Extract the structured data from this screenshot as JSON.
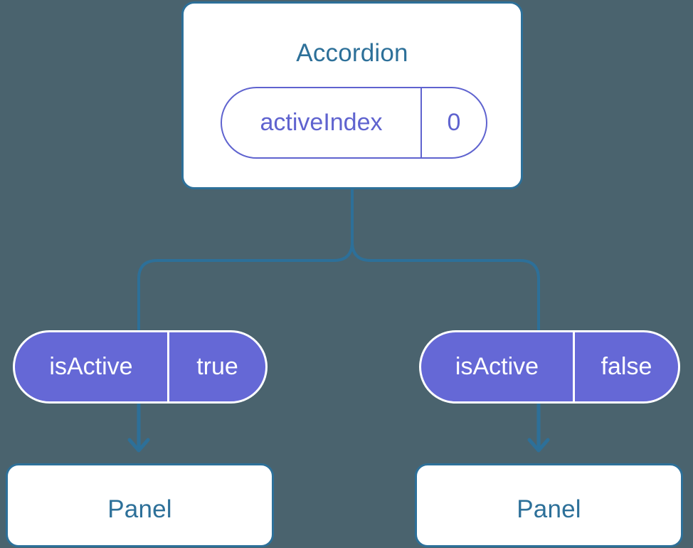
{
  "diagram": {
    "type": "component-state-tree",
    "background_color": "#4a636e",
    "accent_blue": "#2d7099",
    "accent_purple": "#5f63cf",
    "pill_fill": "#6568d6",
    "root": {
      "title": "Accordion",
      "state": {
        "key": "activeIndex",
        "value": "0"
      }
    },
    "branches": [
      {
        "prop": {
          "key": "isActive",
          "value": "true"
        },
        "child": {
          "title": "Panel"
        }
      },
      {
        "prop": {
          "key": "isActive",
          "value": "false"
        },
        "child": {
          "title": "Panel"
        }
      }
    ]
  }
}
